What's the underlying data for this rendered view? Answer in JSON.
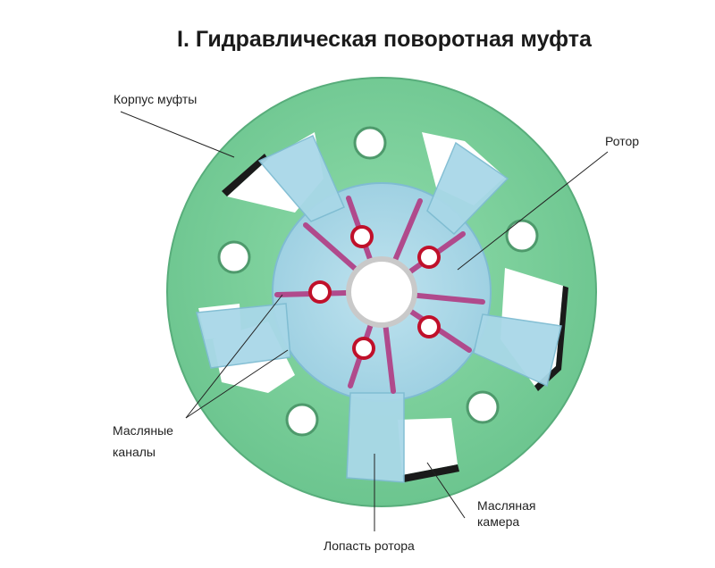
{
  "title": "I. Гидравлическая поворотная муфта",
  "labels": {
    "housing": "Корпус муфты",
    "rotor": "Ротор",
    "oil_channels_line1": "Масляные",
    "oil_channels_line2": "каналы",
    "oil_chamber_line1": "Масляная",
    "oil_chamber_line2": "камера",
    "rotor_vane": "Лопасть ротора"
  },
  "colors": {
    "housing": "#7dd39c",
    "housing_dark": "#5fb983",
    "rotor": "#a9d8e8",
    "rotor_edge": "#7fbcd2",
    "channel": "#b04a8c",
    "hole_rim": "#c0102a",
    "chamber_shadow": "#1a1a1a"
  }
}
